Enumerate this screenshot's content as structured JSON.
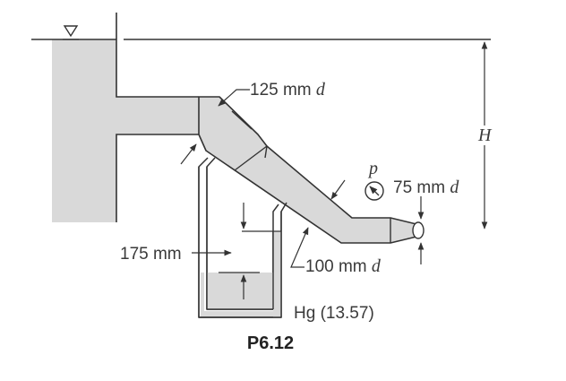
{
  "labels": {
    "inlet_diameter": "125 mm",
    "outlet_diameter": "100 mm",
    "nozzle_diameter": "75 mm",
    "diameter_symbol": "d",
    "manometer_reading": "175 mm",
    "manometer_fluid": "Hg (13.57)",
    "pressure_symbol": "p",
    "head_symbol": "H",
    "caption": "P6.12"
  },
  "colors": {
    "fill": "#d9d9d9",
    "stroke": "#333333"
  }
}
